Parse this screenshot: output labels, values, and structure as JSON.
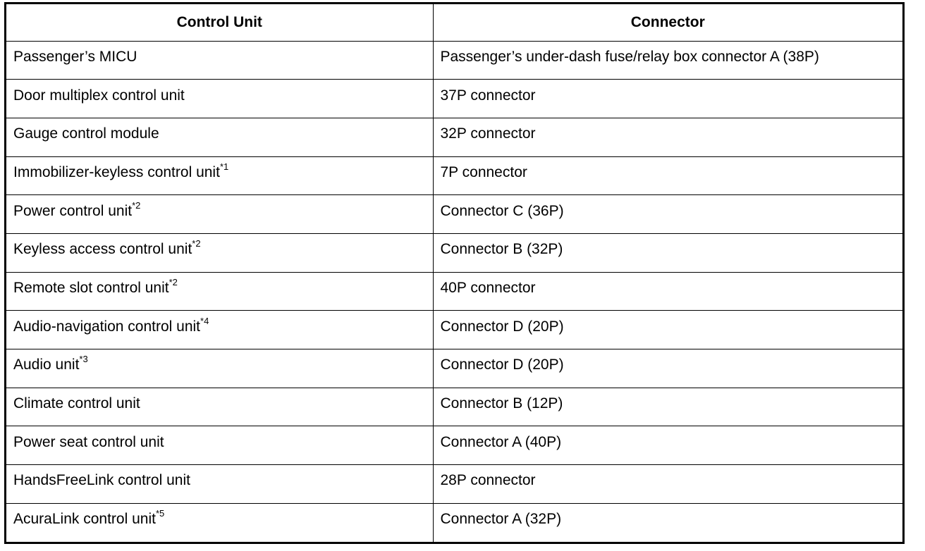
{
  "table": {
    "headers": [
      "Control Unit",
      "Connector"
    ],
    "rows": [
      {
        "unit": "Passenger’s MICU",
        "note": "",
        "connector": "Passenger’s under-dash fuse/relay box connector A (38P)"
      },
      {
        "unit": "Door multiplex control unit",
        "note": "",
        "connector": "37P connector"
      },
      {
        "unit": "Gauge control module",
        "note": "",
        "connector": "32P connector"
      },
      {
        "unit": "Immobilizer-keyless control unit",
        "note": "*1",
        "connector": "7P connector"
      },
      {
        "unit": "Power control unit",
        "note": "*2",
        "connector": "Connector C (36P)"
      },
      {
        "unit": "Keyless access control unit",
        "note": "*2",
        "connector": "Connector B (32P)"
      },
      {
        "unit": "Remote slot control unit",
        "note": "*2",
        "connector": "40P connector"
      },
      {
        "unit": "Audio-navigation control unit",
        "note": "*4",
        "connector": "Connector D (20P)"
      },
      {
        "unit": "Audio unit",
        "note": "*3",
        "connector": "Connector D (20P)"
      },
      {
        "unit": "Climate control unit",
        "note": "",
        "connector": "Connector B (12P)"
      },
      {
        "unit": "Power seat control unit",
        "note": "",
        "connector": "Connector A (40P)"
      },
      {
        "unit": "HandsFreeLink control unit",
        "note": "",
        "connector": "28P connector"
      },
      {
        "unit": "AcuraLink control unit",
        "note": "*5",
        "connector": "Connector A (32P)"
      }
    ]
  }
}
